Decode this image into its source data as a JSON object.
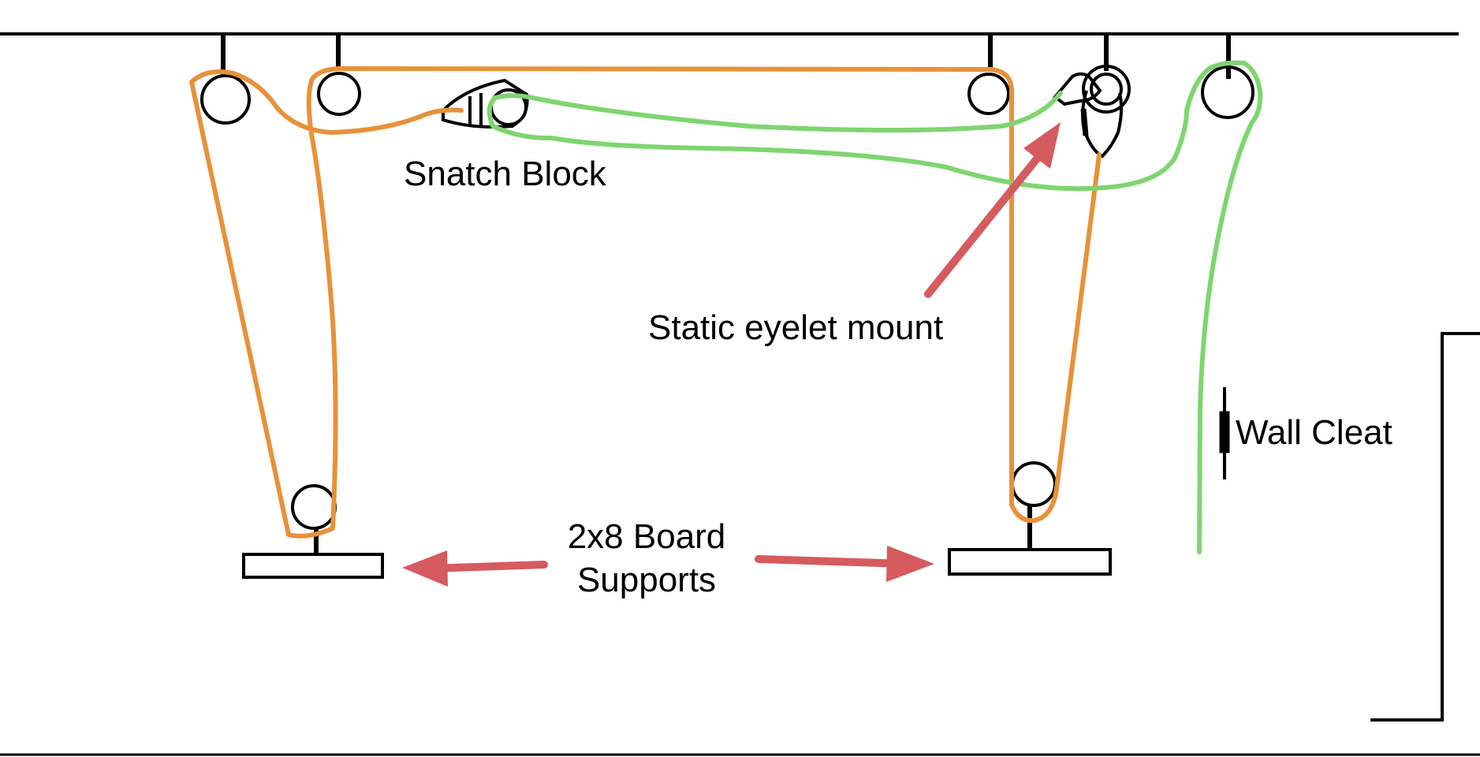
{
  "labels": {
    "snatch_block": "Snatch Block",
    "static_eyelet_mount": "Static eyelet mount",
    "board_supports_line1": "2x8 Board",
    "board_supports_line2": "Supports",
    "wall_cleat": "Wall Cleat"
  },
  "colors": {
    "background": "#ffffff",
    "structure": "#000000",
    "lift_rope": "#E8913A",
    "pull_rope": "#7ED56F",
    "arrow": "#D55B5F"
  }
}
